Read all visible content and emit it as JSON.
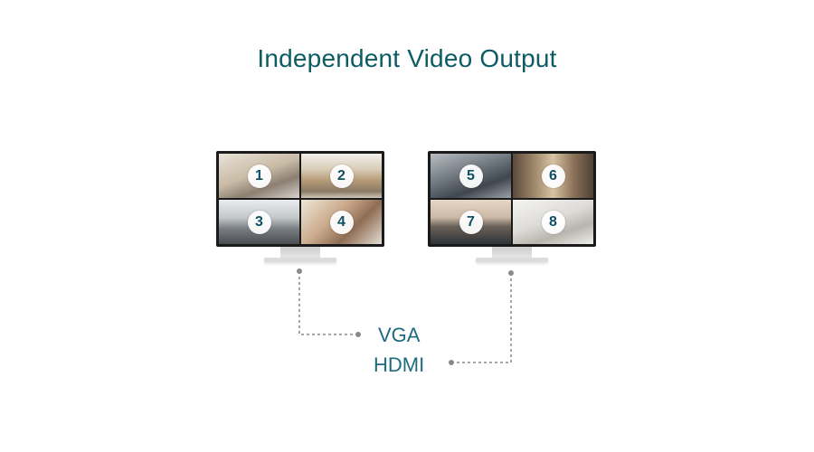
{
  "title": "Independent Video Output",
  "monitors": [
    {
      "name": "monitor-1",
      "tiles": [
        "1",
        "2",
        "3",
        "4"
      ]
    },
    {
      "name": "monitor-2",
      "tiles": [
        "5",
        "6",
        "7",
        "8"
      ]
    }
  ],
  "outputs": {
    "vga": "VGA",
    "hdmi": "HDMI"
  },
  "colors": {
    "title": "#0d5c63",
    "label": "#1e6b80",
    "connector": "#8a8a8a"
  }
}
